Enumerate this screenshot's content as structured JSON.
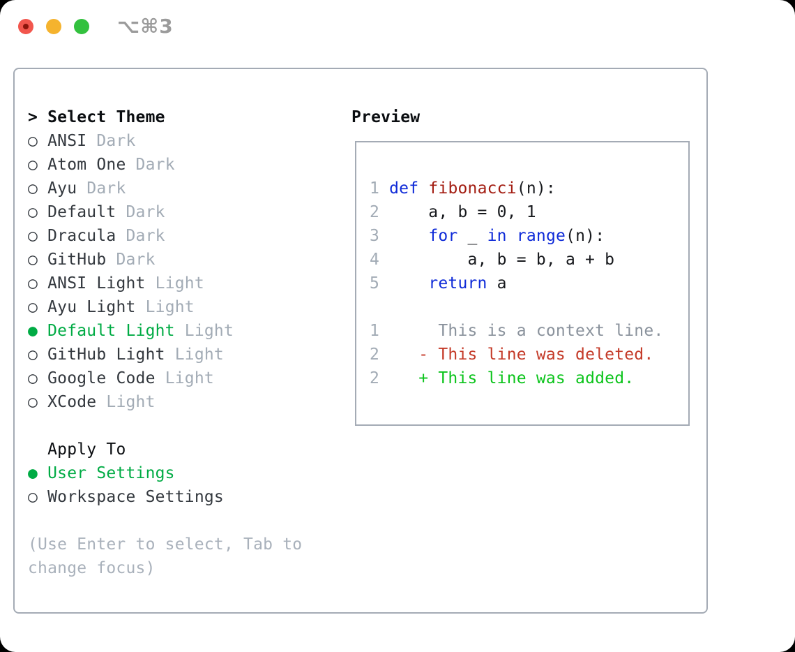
{
  "window": {
    "title": "⌥⌘3",
    "traffic_lights": [
      "close",
      "minimize",
      "zoom"
    ]
  },
  "colors": {
    "traffic_red": "#f2564d",
    "traffic_red_dot": "#8c150b",
    "traffic_yellow": "#f5b32e",
    "traffic_green": "#33c13e",
    "titlebar_gray": "#9b9b9b",
    "border_gray": "#a4abb5",
    "heading_dark": "#0b0e11",
    "text_dark": "#33383e",
    "muted_gray": "#a2abb5",
    "hint_gray": "#a9b1bb",
    "context_gray": "#8a929c",
    "code_black": "#17191d",
    "keyword_blue": "#0f2bd8",
    "function_red": "#a31d12",
    "deleted_red": "#c43a28",
    "added_green": "#0cc41c",
    "accent_green": "#00ab44"
  },
  "theme_picker": {
    "header_prefix": "> ",
    "header": "Select Theme",
    "items": [
      {
        "name": "ANSI",
        "variant": "Dark",
        "selected": false
      },
      {
        "name": "Atom One",
        "variant": "Dark",
        "selected": false
      },
      {
        "name": "Ayu",
        "variant": "Dark",
        "selected": false
      },
      {
        "name": "Default",
        "variant": "Dark",
        "selected": false
      },
      {
        "name": "Dracula",
        "variant": "Dark",
        "selected": false
      },
      {
        "name": "GitHub",
        "variant": "Dark",
        "selected": false
      },
      {
        "name": "ANSI Light",
        "variant": "Light",
        "selected": false
      },
      {
        "name": "Ayu Light",
        "variant": "Light",
        "selected": false
      },
      {
        "name": "Default Light",
        "variant": "Light",
        "selected": true
      },
      {
        "name": "GitHub Light",
        "variant": "Light",
        "selected": false
      },
      {
        "name": "Google Code",
        "variant": "Light",
        "selected": false
      },
      {
        "name": "XCode",
        "variant": "Light",
        "selected": false
      }
    ]
  },
  "apply_to": {
    "header": "Apply To",
    "options": [
      {
        "label": "User Settings",
        "selected": true
      },
      {
        "label": "Workspace Settings",
        "selected": false
      }
    ]
  },
  "hint_lines": [
    "(Use Enter to select, Tab to",
    "change focus)"
  ],
  "preview": {
    "header": "Preview",
    "lines": [
      [
        {
          "t": "1",
          "s": "num"
        },
        {
          "t": " ",
          "s": "p"
        },
        {
          "t": "def",
          "s": "k"
        },
        {
          "t": " ",
          "s": "p"
        },
        {
          "t": "fibonacci",
          "s": "f"
        },
        {
          "t": "(n):",
          "s": "p"
        }
      ],
      [
        {
          "t": "2",
          "s": "num"
        },
        {
          "t": "     a, b = 0, 1",
          "s": "p"
        }
      ],
      [
        {
          "t": "3",
          "s": "num"
        },
        {
          "t": "     ",
          "s": "p"
        },
        {
          "t": "for",
          "s": "k"
        },
        {
          "t": " _ ",
          "s": "p"
        },
        {
          "t": "in",
          "s": "k"
        },
        {
          "t": " ",
          "s": "p"
        },
        {
          "t": "range",
          "s": "k"
        },
        {
          "t": "(n):",
          "s": "p"
        }
      ],
      [
        {
          "t": "4",
          "s": "num"
        },
        {
          "t": "         a, b = b, a + b",
          "s": "p"
        }
      ],
      [
        {
          "t": "5",
          "s": "num"
        },
        {
          "t": "     ",
          "s": "p"
        },
        {
          "t": "return",
          "s": "k"
        },
        {
          "t": " a",
          "s": "p"
        }
      ],
      [],
      [
        {
          "t": "1",
          "s": "num"
        },
        {
          "t": "      This is a context line.",
          "s": "ctx"
        }
      ],
      [
        {
          "t": "2",
          "s": "num"
        },
        {
          "t": "    ",
          "s": "p"
        },
        {
          "t": "- This line was deleted.",
          "s": "del"
        }
      ],
      [
        {
          "t": "2",
          "s": "num"
        },
        {
          "t": "    ",
          "s": "p"
        },
        {
          "t": "+ This line was added.",
          "s": "add"
        }
      ]
    ]
  }
}
